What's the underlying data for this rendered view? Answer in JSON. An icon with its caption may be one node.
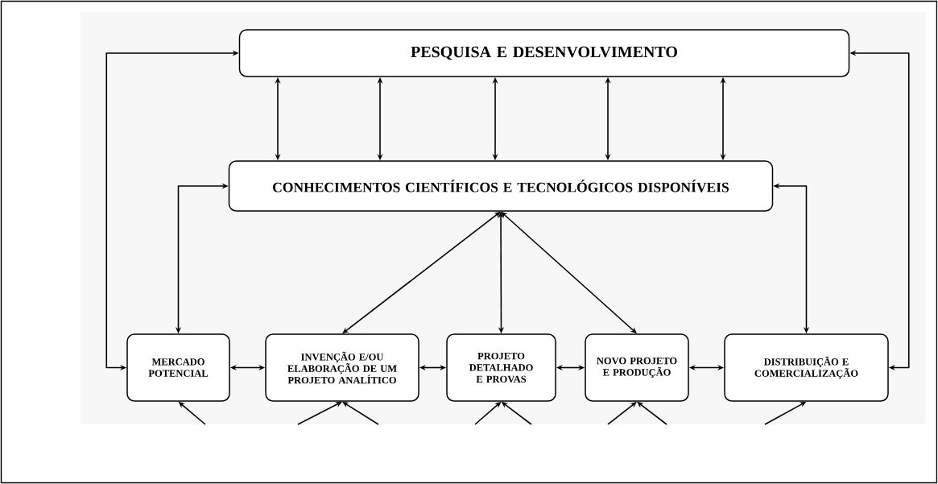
{
  "diagram": {
    "nodes": [
      {
        "text": [
          "PESQUISA E DESENVOLVIMENTO"
        ]
      },
      {
        "text": [
          "CONHECIMENTOS CIENTÍFICOS E TECNOLÓGICOS DISPONÍVEIS"
        ]
      },
      {
        "text": [
          "MERCADO POTENCIAL"
        ]
      },
      {
        "text": [
          "INVENÇÃO E/OU ELABORAÇÃO DE UM PROJETO ANALÍTICO"
        ]
      },
      {
        "text": [
          "PROJETO DETALHADO E PROVAS"
        ]
      },
      {
        "text": [
          "NOVO PROJETO E PRODUÇÃO"
        ]
      },
      {
        "text": [
          "DISTRIBUIÇÃO E COMERCIALIZAÇÃO"
        ]
      }
    ],
    "edges": [
      {
        "from": 0,
        "to": 1,
        "arrow": "both"
      },
      {
        "from": 0,
        "to": 1,
        "arrow": "both"
      },
      {
        "from": 0,
        "to": 1,
        "arrow": "both"
      },
      {
        "from": 0,
        "to": 1,
        "arrow": "both"
      },
      {
        "from": 0,
        "to": 1,
        "arrow": "both"
      },
      {
        "from": 2,
        "to": 0,
        "arrow": "both"
      },
      {
        "from": 6,
        "to": 0,
        "arrow": "both"
      },
      {
        "from": 2,
        "to": 1,
        "arrow": "both"
      },
      {
        "from": 6,
        "to": 1,
        "arrow": "both"
      },
      {
        "from": 1,
        "to": 3,
        "arrow": "both"
      },
      {
        "from": 1,
        "to": 4,
        "arrow": "both"
      },
      {
        "from": 1,
        "to": 5,
        "arrow": "both"
      },
      {
        "from": 2,
        "to": 3,
        "arrow": "both"
      },
      {
        "from": 3,
        "to": 4,
        "arrow": "both"
      },
      {
        "from": 4,
        "to": 5,
        "arrow": "both"
      },
      {
        "from": 5,
        "to": 6,
        "arrow": "both"
      },
      {
        "from": null,
        "to": 2,
        "arrow": "to"
      },
      {
        "from": null,
        "to": 3,
        "arrow": "to"
      },
      {
        "from": null,
        "to": 3,
        "arrow": "to"
      },
      {
        "from": null,
        "to": 4,
        "arrow": "to"
      },
      {
        "from": null,
        "to": 4,
        "arrow": "to"
      },
      {
        "from": null,
        "to": 5,
        "arrow": "to"
      },
      {
        "from": null,
        "to": 5,
        "arrow": "to"
      },
      {
        "from": null,
        "to": 6,
        "arrow": "to"
      }
    ]
  }
}
